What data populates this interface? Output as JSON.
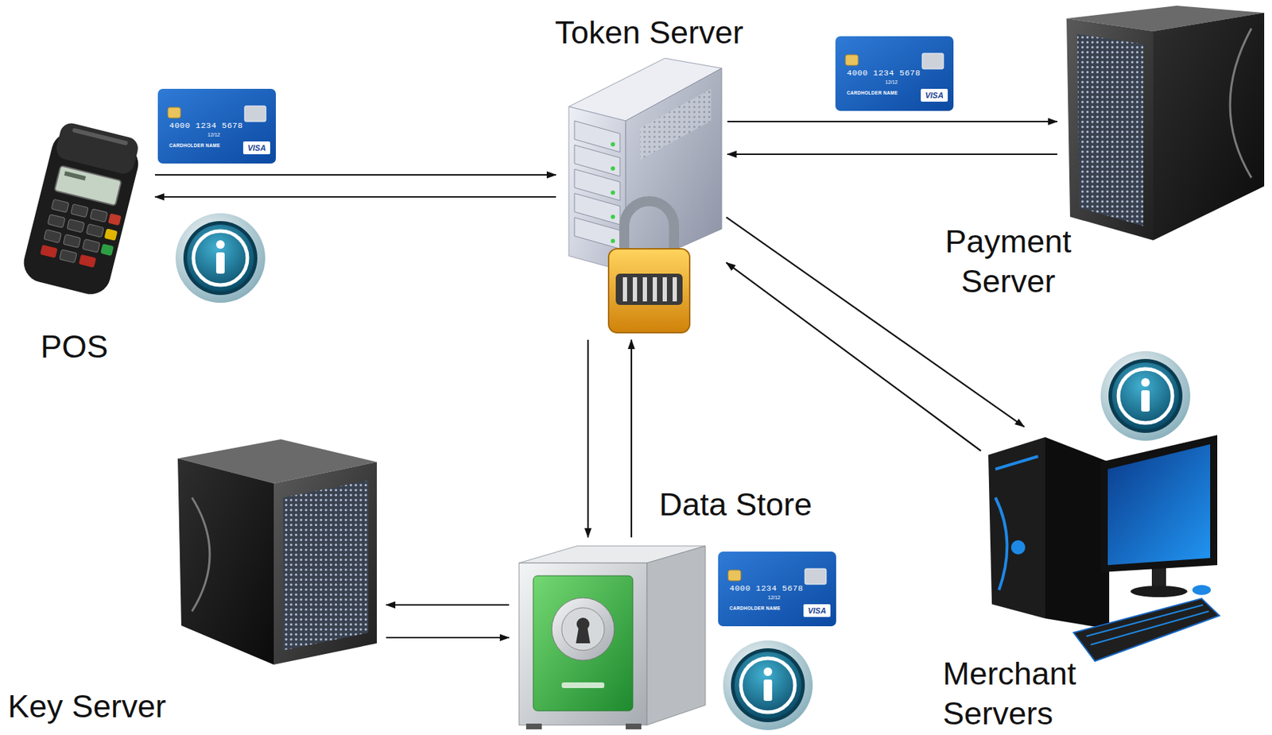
{
  "diagram": {
    "nodes": [
      {
        "text": [
          "Token Server"
        ]
      },
      {
        "text": [
          "Payment Server"
        ]
      },
      {
        "text": [
          "POS"
        ]
      },
      {
        "text": [
          "Merchant Servers"
        ]
      },
      {
        "text": [
          "Data Store"
        ]
      },
      {
        "text": [
          "Key Server"
        ]
      }
    ],
    "edges": [
      {
        "from": 2,
        "to": 0,
        "arrow": "to"
      },
      {
        "from": 0,
        "to": 2,
        "arrow": "to"
      },
      {
        "from": 0,
        "to": 1,
        "arrow": "to"
      },
      {
        "from": 1,
        "to": 0,
        "arrow": "to"
      },
      {
        "from": 0,
        "to": 3,
        "arrow": "to"
      },
      {
        "from": 3,
        "to": 0,
        "arrow": "to"
      },
      {
        "from": 0,
        "to": 4,
        "arrow": "to"
      },
      {
        "from": 4,
        "to": 0,
        "arrow": "to"
      },
      {
        "from": 4,
        "to": 5,
        "arrow": "to"
      },
      {
        "from": 5,
        "to": 4,
        "arrow": "to"
      }
    ],
    "labels": [
      "4000 1234 5678",
      "12/12",
      "CARDHOLDER NAME",
      "VISA",
      "4000 1234 5678",
      "12/12",
      "CARDHOLDER NAME",
      "VISA",
      "4000 1234 5678",
      "12/12",
      "CARDHOLDER NAME",
      "VISA"
    ]
  }
}
